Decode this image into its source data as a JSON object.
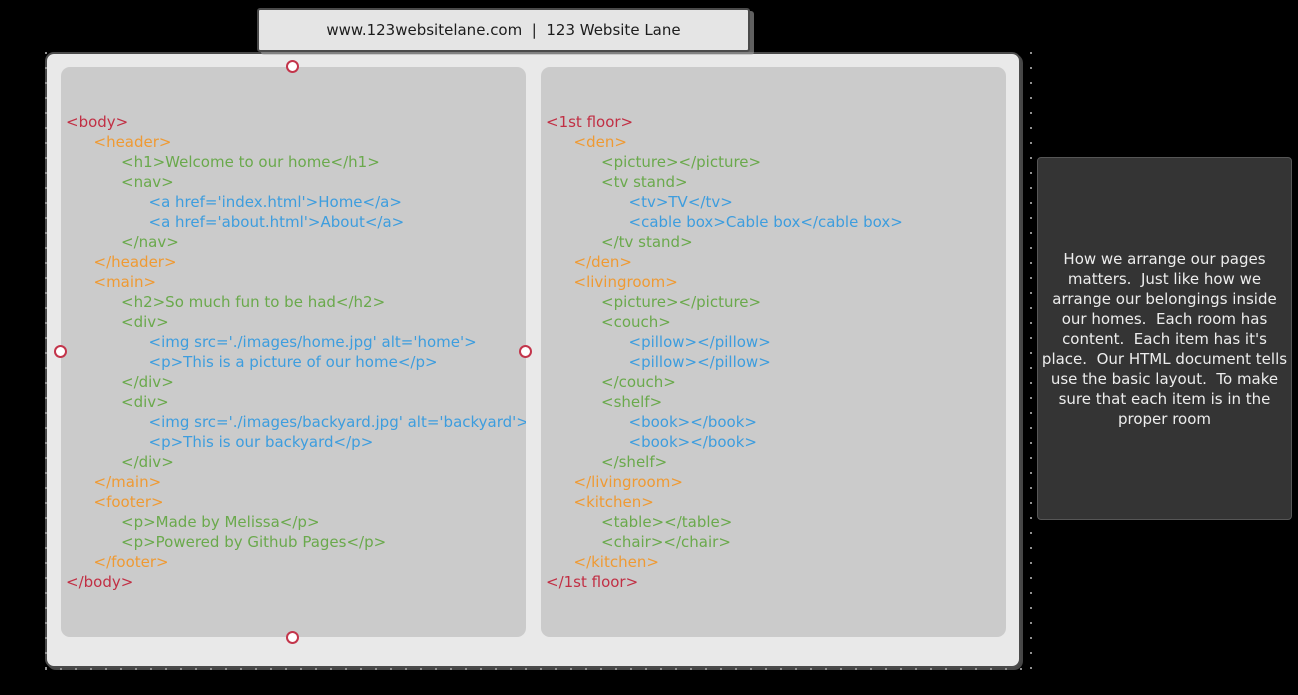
{
  "colors": {
    "background": "#000000",
    "window_bg": "#e9e9e9",
    "window_border": "#4a4a4a",
    "panel_bg": "#cbcbcb",
    "address_bg": "#e5e5e5",
    "note_bg": "#343434",
    "note_text": "#ededed",
    "handle_ring": "#c3354b",
    "tag_red": "#c12f44",
    "tag_orange": "#ef9a33",
    "tag_green": "#6aa94c",
    "tag_blue": "#3d9dde"
  },
  "address_bar": {
    "text": "www.123websitelane.com  |  123 Website Lane"
  },
  "html_panel": {
    "lines": [
      {
        "text": "<body>",
        "color": "red",
        "indent": 0
      },
      {
        "text": "<header>",
        "color": "orange",
        "indent": 1
      },
      {
        "text": "<h1>Welcome to our home</h1>",
        "color": "green",
        "indent": 2
      },
      {
        "text": "<nav>",
        "color": "green",
        "indent": 2
      },
      {
        "text": "<a href='index.html'>Home</a>",
        "color": "blue",
        "indent": 3
      },
      {
        "text": "<a href='about.html'>About</a>",
        "color": "blue",
        "indent": 3
      },
      {
        "text": "</nav>",
        "color": "green",
        "indent": 2
      },
      {
        "text": "</header>",
        "color": "orange",
        "indent": 1
      },
      {
        "text": "<main>",
        "color": "orange",
        "indent": 1
      },
      {
        "text": "<h2>So much fun to be had</h2>",
        "color": "green",
        "indent": 2
      },
      {
        "text": "<div>",
        "color": "green",
        "indent": 2
      },
      {
        "text": "<img src='./images/home.jpg' alt='home'>",
        "color": "blue",
        "indent": 3
      },
      {
        "text": "<p>This is a picture of our home</p>",
        "color": "blue",
        "indent": 3
      },
      {
        "text": "</div>",
        "color": "green",
        "indent": 2
      },
      {
        "text": "<div>",
        "color": "green",
        "indent": 2
      },
      {
        "text": "<img src='./images/backyard.jpg' alt='backyard'>",
        "color": "blue",
        "indent": 3
      },
      {
        "text": "<p>This is our backyard</p>",
        "color": "blue",
        "indent": 3
      },
      {
        "text": "</div>",
        "color": "green",
        "indent": 2
      },
      {
        "text": "</main>",
        "color": "orange",
        "indent": 1
      },
      {
        "text": "<footer>",
        "color": "orange",
        "indent": 1
      },
      {
        "text": "<p>Made by Melissa</p>",
        "color": "green",
        "indent": 2
      },
      {
        "text": "<p>Powered by Github Pages</p>",
        "color": "green",
        "indent": 2
      },
      {
        "text": "</footer>",
        "color": "orange",
        "indent": 1
      },
      {
        "text": "</body>",
        "color": "red",
        "indent": 0
      }
    ]
  },
  "house_panel": {
    "lines": [
      {
        "text": "<1st floor>",
        "color": "red",
        "indent": 0
      },
      {
        "text": "<den>",
        "color": "orange",
        "indent": 1
      },
      {
        "text": "<picture></picture>",
        "color": "green",
        "indent": 2
      },
      {
        "text": "<tv stand>",
        "color": "green",
        "indent": 2
      },
      {
        "text": "<tv>TV</tv>",
        "color": "blue",
        "indent": 3
      },
      {
        "text": "<cable box>Cable box</cable box>",
        "color": "blue",
        "indent": 3
      },
      {
        "text": "</tv stand>",
        "color": "green",
        "indent": 2
      },
      {
        "text": "</den>",
        "color": "orange",
        "indent": 1
      },
      {
        "text": "<livingroom>",
        "color": "orange",
        "indent": 1
      },
      {
        "text": "<picture></picture>",
        "color": "green",
        "indent": 2
      },
      {
        "text": "<couch>",
        "color": "green",
        "indent": 2
      },
      {
        "text": "<pillow></pillow>",
        "color": "blue",
        "indent": 3
      },
      {
        "text": "<pillow></pillow>",
        "color": "blue",
        "indent": 3
      },
      {
        "text": "</couch>",
        "color": "green",
        "indent": 2
      },
      {
        "text": "<shelf>",
        "color": "green",
        "indent": 2
      },
      {
        "text": "<book></book>",
        "color": "blue",
        "indent": 3
      },
      {
        "text": "<book></book>",
        "color": "blue",
        "indent": 3
      },
      {
        "text": "</shelf>",
        "color": "green",
        "indent": 2
      },
      {
        "text": "</livingroom>",
        "color": "orange",
        "indent": 1
      },
      {
        "text": "<kitchen>",
        "color": "orange",
        "indent": 1
      },
      {
        "text": "<table></table>",
        "color": "green",
        "indent": 2
      },
      {
        "text": "<chair></chair>",
        "color": "green",
        "indent": 2
      },
      {
        "text": "</kitchen>",
        "color": "orange",
        "indent": 1
      },
      {
        "text": "</1st floor>",
        "color": "red",
        "indent": 0
      }
    ]
  },
  "note": {
    "text": "How we arrange our pages matters.  Just like how we arrange our belongings inside our homes.  Each room has content.  Each item has it's place.  Our HTML document tells use the basic layout.  To make sure that each item is in the proper room"
  },
  "selection": {
    "handles": [
      "top",
      "left",
      "right",
      "bottom"
    ]
  }
}
